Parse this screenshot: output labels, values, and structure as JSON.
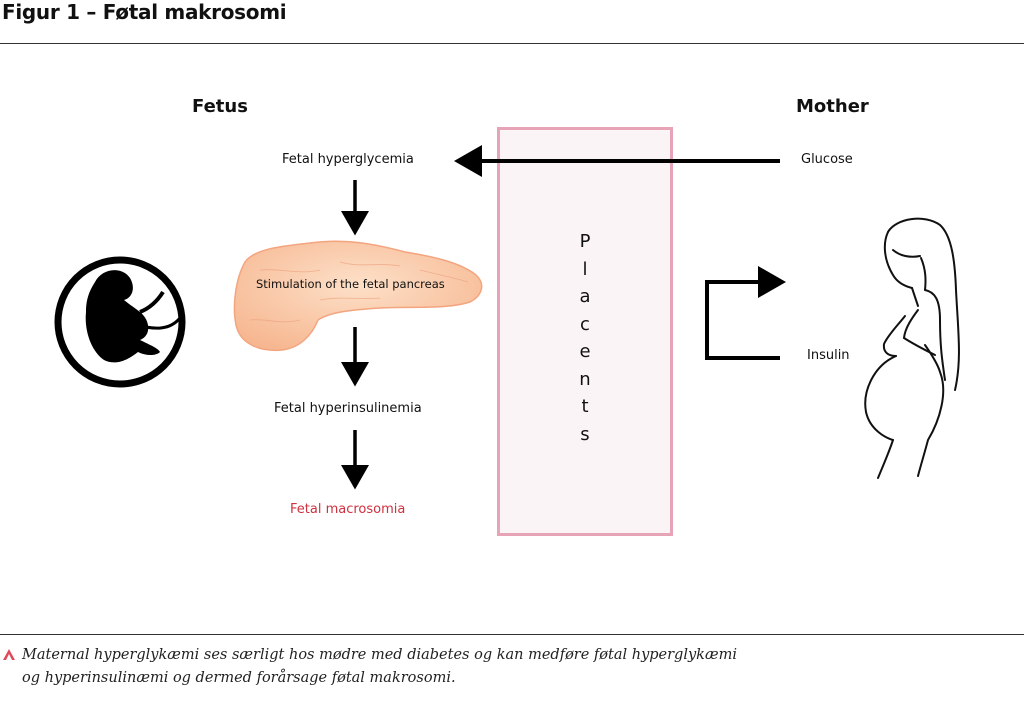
{
  "figure": {
    "title": "Figur 1 – Føtal makrosomi",
    "caption_line1": "Maternal hyperglykæmi ses særligt hos mødre med diabetes og kan medføre føtal hyperglykæmi",
    "caption_line2": "og hyperinsulinæmi og dermed forårsage føtal makrosomi.",
    "accent_color": "#e04a5a"
  },
  "diagram": {
    "fetus_heading": "Fetus",
    "mother_heading": "Mother",
    "fetal_hyperglycemia": "Fetal hyperglycemia",
    "pancreas_label": "Stimulation of the fetal pancreas",
    "fetal_hyperinsulinemia": "Fetal hyperinsulinemia",
    "fetal_macrosomia": "Fetal macrosomia",
    "glucose": "Glucose",
    "insulin": "Insulin",
    "placenta_letters": [
      "P",
      "l",
      "a",
      "c",
      "e",
      "n",
      "t",
      "s"
    ],
    "placenta_fill": "#fbf4f6",
    "placenta_border": "#e6a4b6",
    "macrosomia_color": "#d0303f",
    "icons": {
      "fetus": "fetus-in-womb-icon",
      "mother": "pregnant-woman-icon",
      "pancreas": "pancreas-illustration"
    }
  }
}
